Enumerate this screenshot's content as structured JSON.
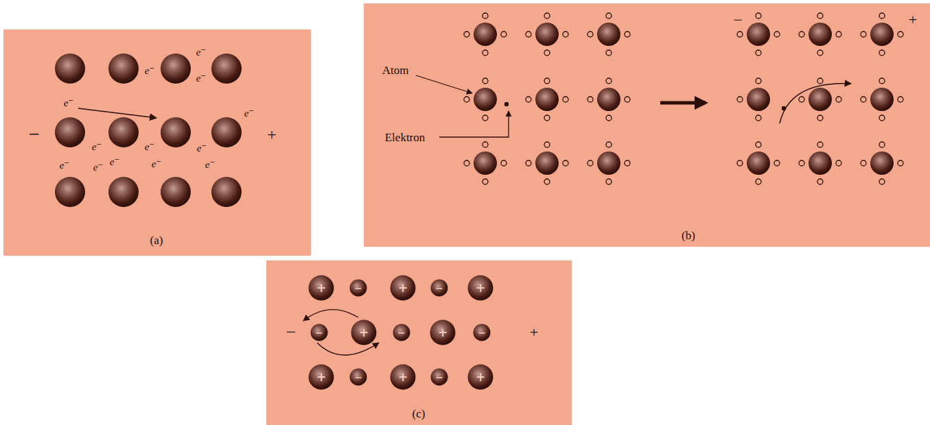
{
  "diagram": {
    "nodes": [
      {
        "text": [
          "+"
        ]
      },
      {
        "text": [
          "−"
        ]
      },
      {
        "text": [
          "+"
        ]
      },
      {
        "text": [
          "−"
        ]
      },
      {
        "text": [
          "+"
        ]
      },
      {
        "text": [
          "−"
        ]
      },
      {
        "text": [
          "+"
        ]
      },
      {
        "text": [
          "−"
        ]
      },
      {
        "text": [
          "+"
        ]
      },
      {
        "text": [
          "−"
        ]
      },
      {
        "text": [
          "+"
        ]
      },
      {
        "text": [
          "−"
        ]
      },
      {
        "text": [
          "+"
        ]
      },
      {
        "text": [
          "−"
        ]
      },
      {
        "text": [
          "+"
        ]
      }
    ],
    "labels": [
      "e⁻",
      "e⁻",
      "e⁻",
      "e⁻",
      "e⁻",
      "e⁻",
      "e⁻",
      "e⁻",
      "e⁻",
      "e⁻",
      "e⁻",
      "e⁻",
      "e⁻",
      "−",
      "+",
      "(a)",
      "Atom",
      "Elektron",
      "−",
      "+",
      "(b)",
      "−",
      "+",
      "(c)"
    ]
  }
}
